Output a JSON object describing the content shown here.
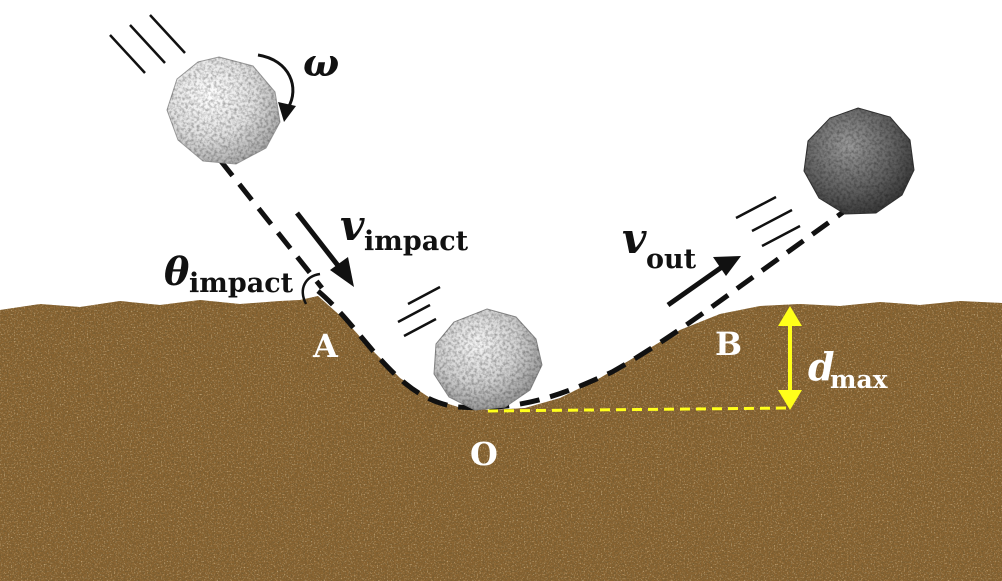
{
  "labels": {
    "omega": "ω",
    "v_impact_main": "v",
    "v_impact_sub": "impact",
    "theta_main": "θ",
    "theta_sub": "impact",
    "v_out_main": "v",
    "v_out_sub": "out",
    "d_max_main": "d",
    "d_max_sub": "max",
    "point_a": "A",
    "point_o": "O",
    "point_b": "B"
  },
  "colors": {
    "ground_base": "#8a6431",
    "ground_dark": "#4e3516",
    "ground_light": "#b48a4f",
    "trajectory": "#111111",
    "yellow_guide": "#ffff1a",
    "ball_light": "#f1f1f1",
    "ball_dark": "#4e4e4e",
    "label_white": "#ffffff",
    "label_black": "#111111"
  }
}
